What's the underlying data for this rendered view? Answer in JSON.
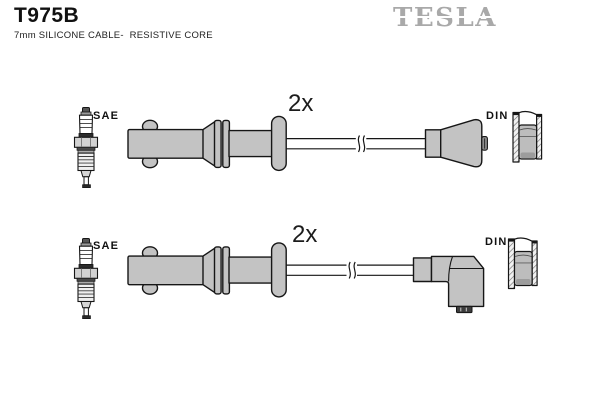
{
  "header": {
    "part_number": "T975B",
    "subtitle": "7mm SILICONE CABLE-  RESISTIVE CORE",
    "brand": "TESLA"
  },
  "rows": [
    {
      "plug_standard": "SAE",
      "quantity": "2x",
      "distributor_standard": "DIN",
      "distributor_boot": "straight-cone"
    },
    {
      "plug_standard": "SAE",
      "quantity": "2x",
      "distributor_standard": "DIN",
      "distributor_boot": "elbow-90"
    }
  ],
  "colors": {
    "connector_gray": "#c3c3c3",
    "outline": "#161616",
    "brand_gray": "#a9a9a9",
    "background": "#ffffff"
  }
}
